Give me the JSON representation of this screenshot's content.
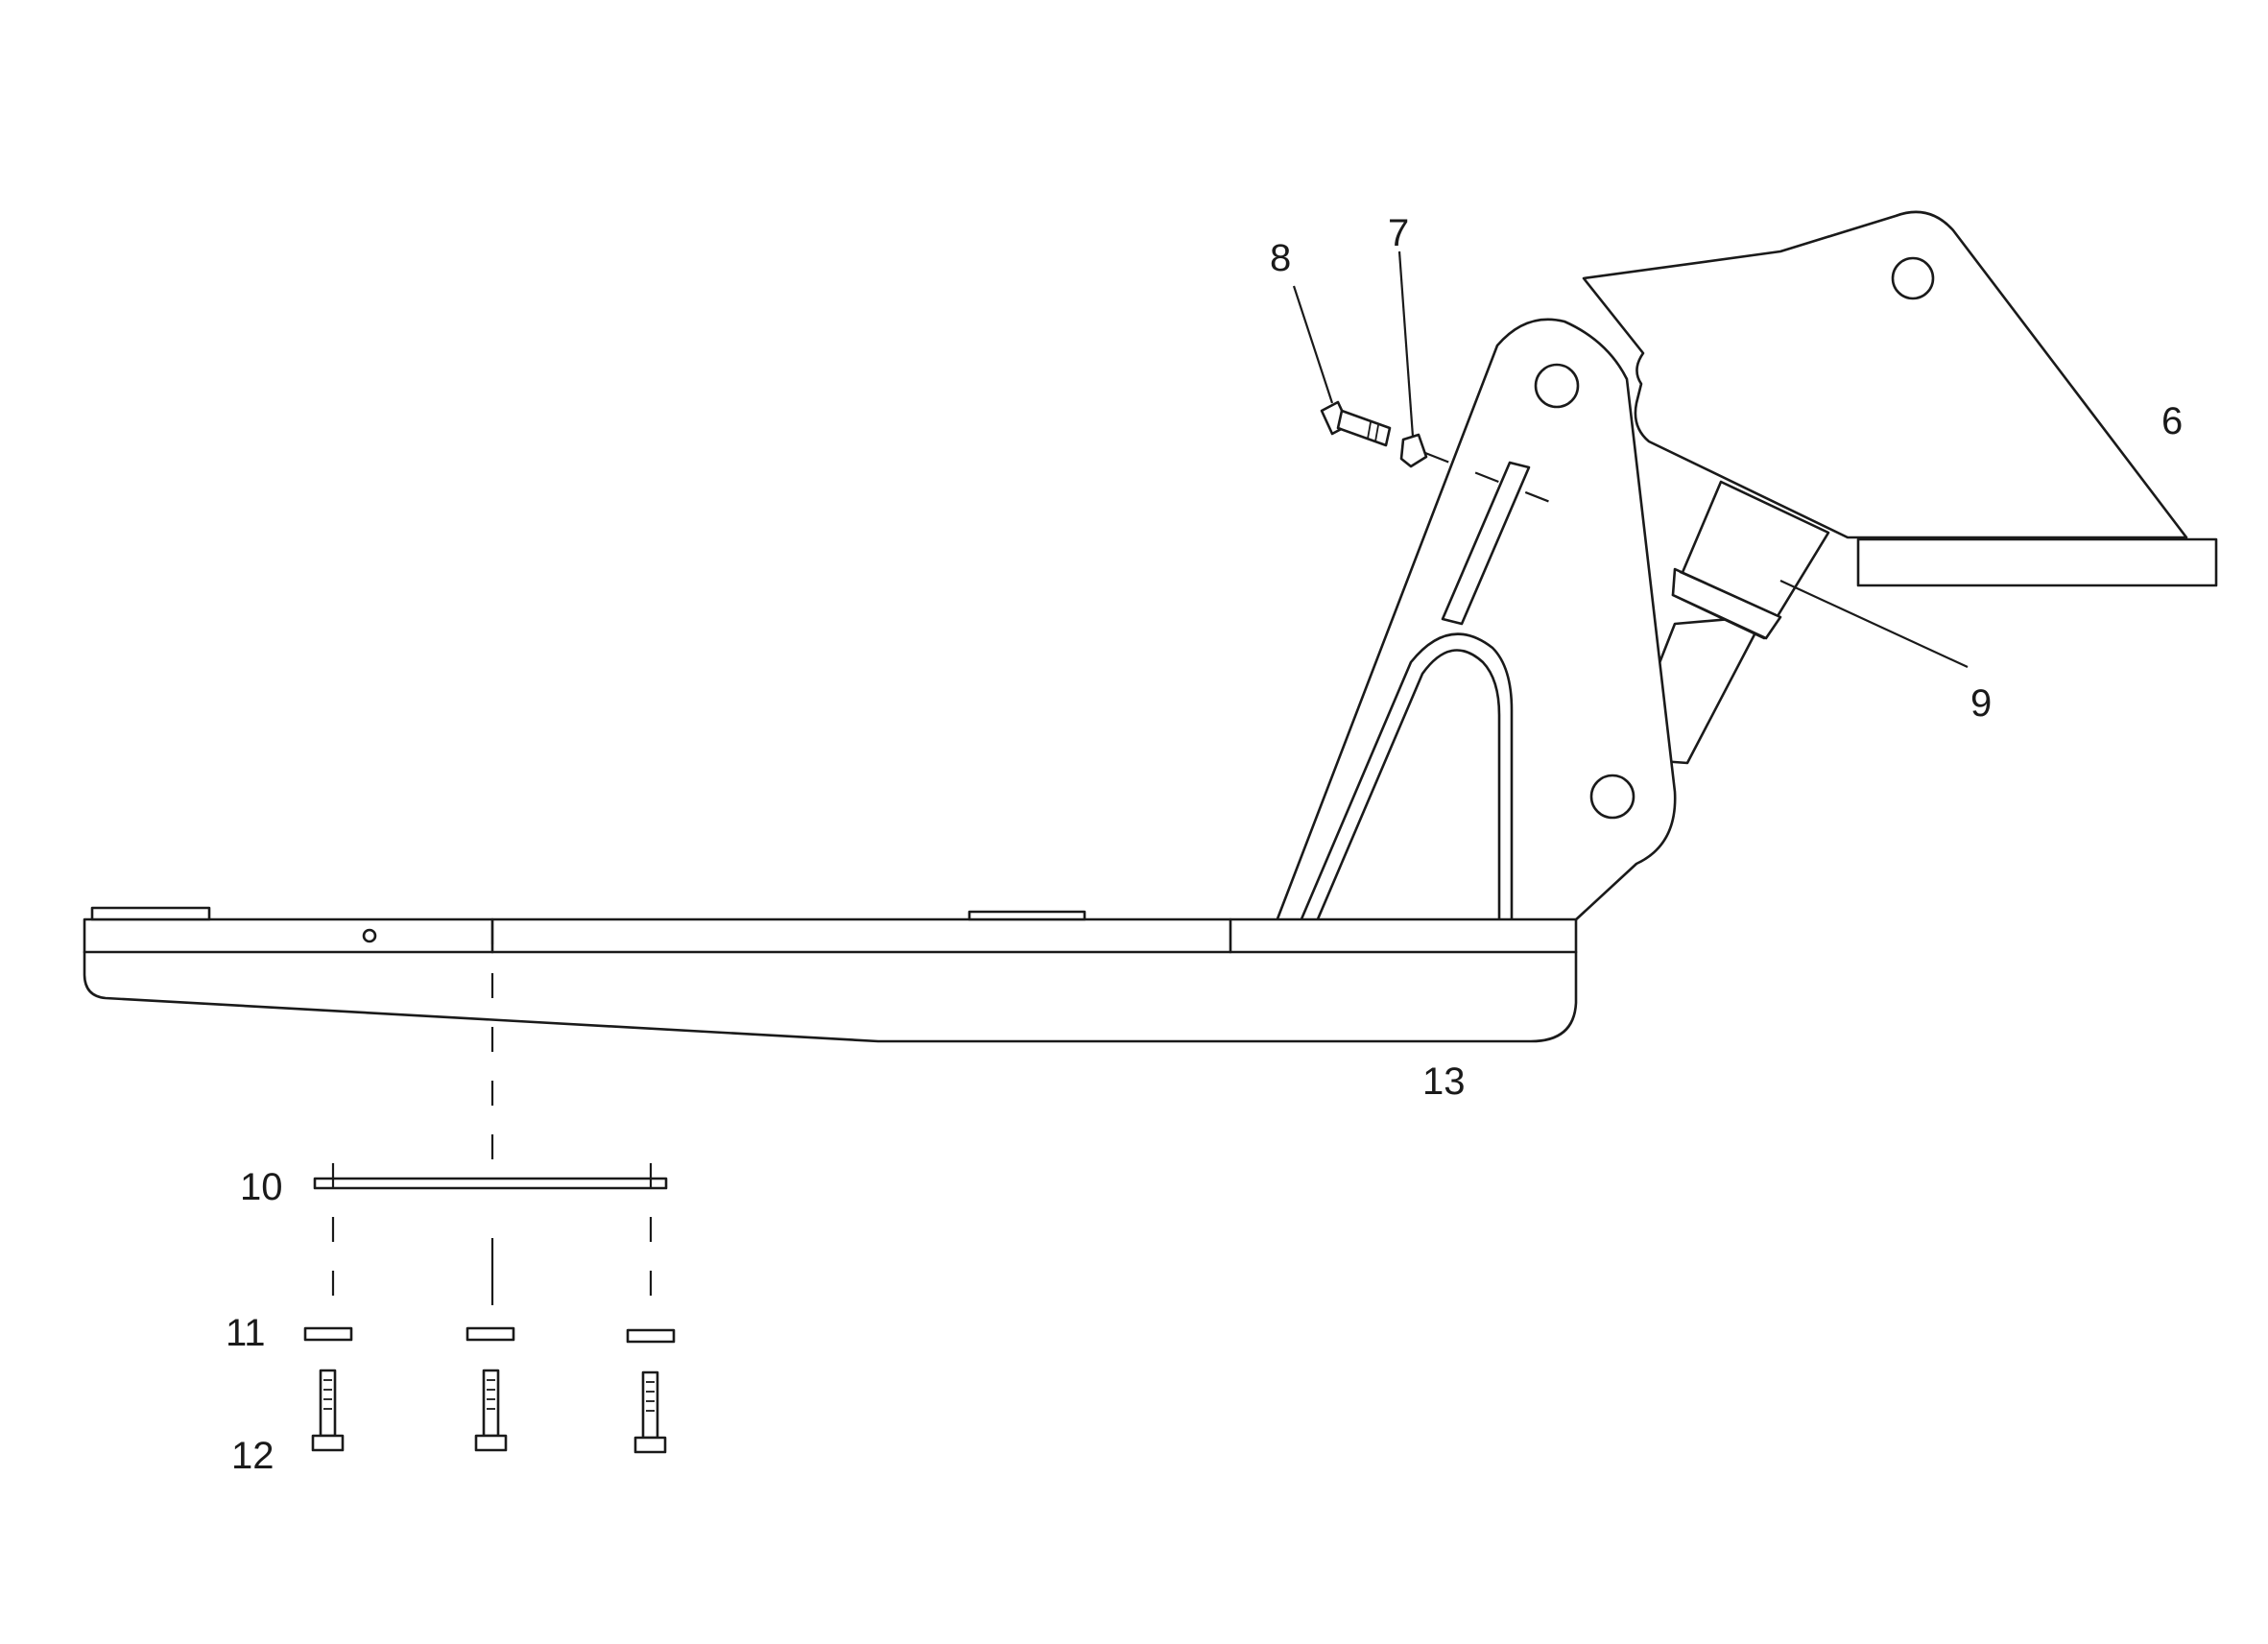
{
  "diagram": {
    "colors": {
      "line": "#1a1a1a",
      "background": "#ffffff"
    },
    "callouts": {
      "c6": "6",
      "c7": "7",
      "c8": "8",
      "c9": "9",
      "c10": "10",
      "c11": "11",
      "c12": "12",
      "c13": "13"
    }
  }
}
